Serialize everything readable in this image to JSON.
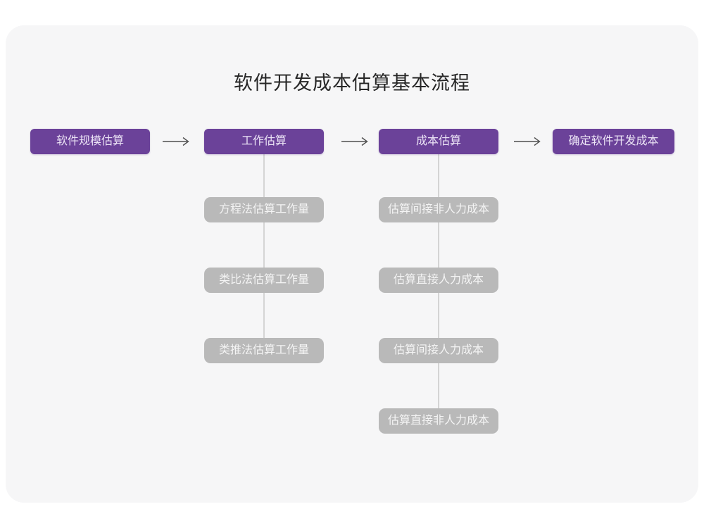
{
  "title": "软件开发成本估算基本流程",
  "colors": {
    "accent_purple": "#6b4299",
    "sub_node_gray": "#b9b9b9",
    "card_background": "#f6f6f7",
    "connector_line": "#d4d4d4",
    "arrow": "#4f4f4f",
    "title_text": "#262626",
    "node_text": "#f4f4f4"
  },
  "flow": {
    "stages": [
      {
        "label": "软件规模估算",
        "children": []
      },
      {
        "label": "工作估算",
        "children": [
          "方程法估算工作量",
          "类比法估算工作量",
          "类推法估算工作量"
        ]
      },
      {
        "label": "成本估算",
        "children": [
          "估算间接非人力成本",
          "估算直接人力成本",
          "估算间接人力成本",
          "估算直接非人力成本"
        ]
      },
      {
        "label": "确定软件开发成本",
        "children": []
      }
    ]
  }
}
